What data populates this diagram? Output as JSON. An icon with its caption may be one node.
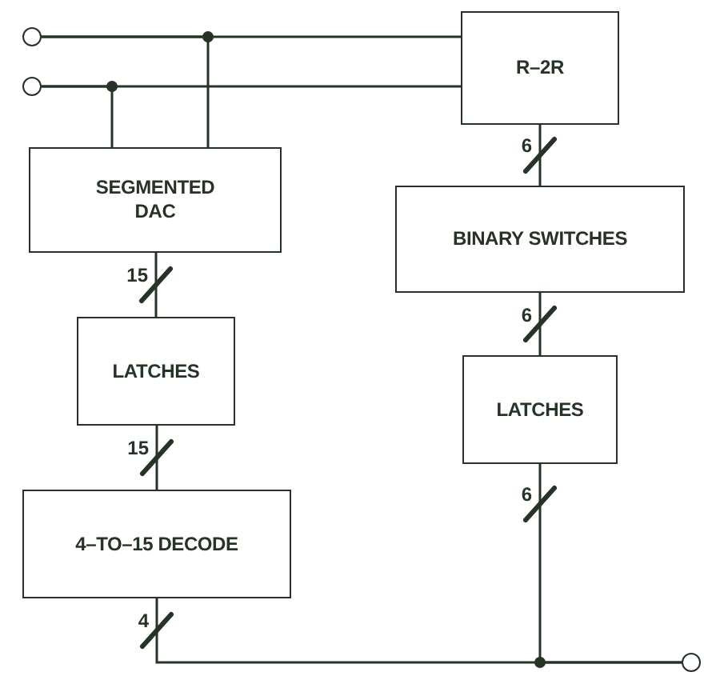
{
  "diagram": {
    "nodes": [
      {
        "text": [],
        "shape": "circle"
      },
      {
        "text": [],
        "shape": "circle"
      },
      {
        "text": [
          "R–2R"
        ]
      },
      {
        "text": [
          "SEGMENTED DAC"
        ]
      },
      {
        "text": [
          "BINARY SWITCHES"
        ]
      },
      {
        "text": [
          "LATCHES"
        ]
      },
      {
        "text": [
          "LATCHES"
        ]
      },
      {
        "text": [
          "4–TO–15 DECODE"
        ]
      },
      {
        "text": [],
        "shape": "circle"
      }
    ],
    "edges": [
      {
        "from": 0,
        "to": 2,
        "arrow": "none"
      },
      {
        "from": 0,
        "to": 3,
        "arrow": "none"
      },
      {
        "from": 1,
        "to": 2,
        "arrow": "none"
      },
      {
        "from": 1,
        "to": 3,
        "arrow": "none"
      },
      {
        "from": 3,
        "to": 5,
        "arrow": "none",
        "label": "15"
      },
      {
        "from": 5,
        "to": 7,
        "arrow": "none",
        "label": "15"
      },
      {
        "from": 7,
        "to": 8,
        "arrow": "none",
        "label": "4"
      },
      {
        "from": 2,
        "to": 4,
        "arrow": "none",
        "label": "6"
      },
      {
        "from": 4,
        "to": 6,
        "arrow": "none",
        "label": "6"
      },
      {
        "from": 6,
        "to": 8,
        "arrow": "none",
        "label": "6"
      }
    ]
  }
}
